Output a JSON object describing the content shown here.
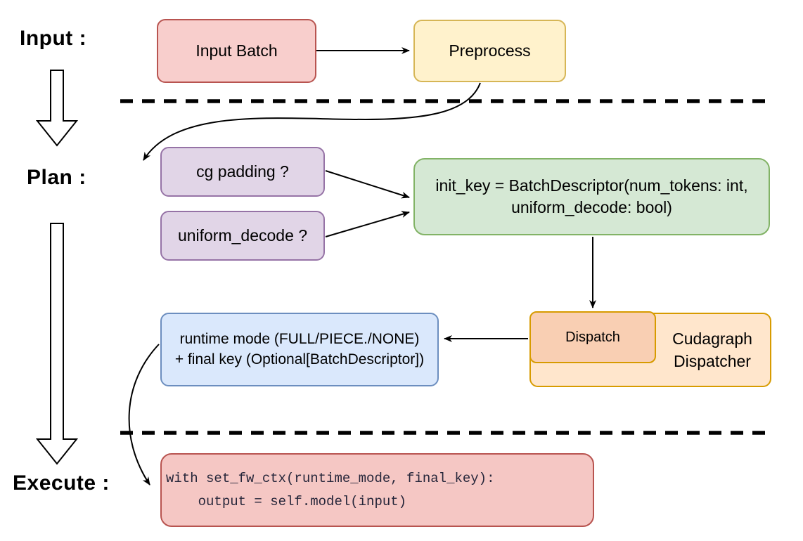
{
  "stage_labels": {
    "input": "Input :",
    "plan": "Plan :",
    "execute": "Execute :"
  },
  "nodes": {
    "input_batch": {
      "label": "Input Batch"
    },
    "preprocess": {
      "label": "Preprocess"
    },
    "cg_padding": {
      "label": "cg padding ?"
    },
    "uniform_decode": {
      "label": "uniform_decode ?"
    },
    "init_key": {
      "line1": "init_key = BatchDescriptor(num_tokens: int,",
      "line2": "uniform_decode: bool)"
    },
    "dispatch": {
      "label": "Dispatch"
    },
    "cudagraph_dispatcher": {
      "line1": "Cudagraph",
      "line2": "Dispatcher"
    },
    "runtime_mode": {
      "line1": "runtime mode (FULL/PIECE./NONE)",
      "line2": "+ final key (Optional[BatchDescriptor])"
    },
    "execute_code": {
      "line1": "with set_fw_ctx(runtime_mode, final_key):",
      "line2": "    output = self.model(input)"
    }
  },
  "colors": {
    "red_fill": "#f8cecc",
    "red_border": "#b85450",
    "yellow_fill": "#fff2cc",
    "yellow_border": "#d6b656",
    "purple_fill": "#e1d5e7",
    "purple_border": "#9673a6",
    "green_fill": "#d5e8d4",
    "green_border": "#82b366",
    "blue_fill": "#dae8fc",
    "blue_border": "#6c8ebf",
    "orange_outer_fill": "#ffe6cc",
    "orange_inner_fill": "#f9cfb3",
    "orange_border": "#d79b00",
    "code_fill": "#f5c7c4",
    "code_border": "#b85450",
    "line_color": "#000000"
  }
}
